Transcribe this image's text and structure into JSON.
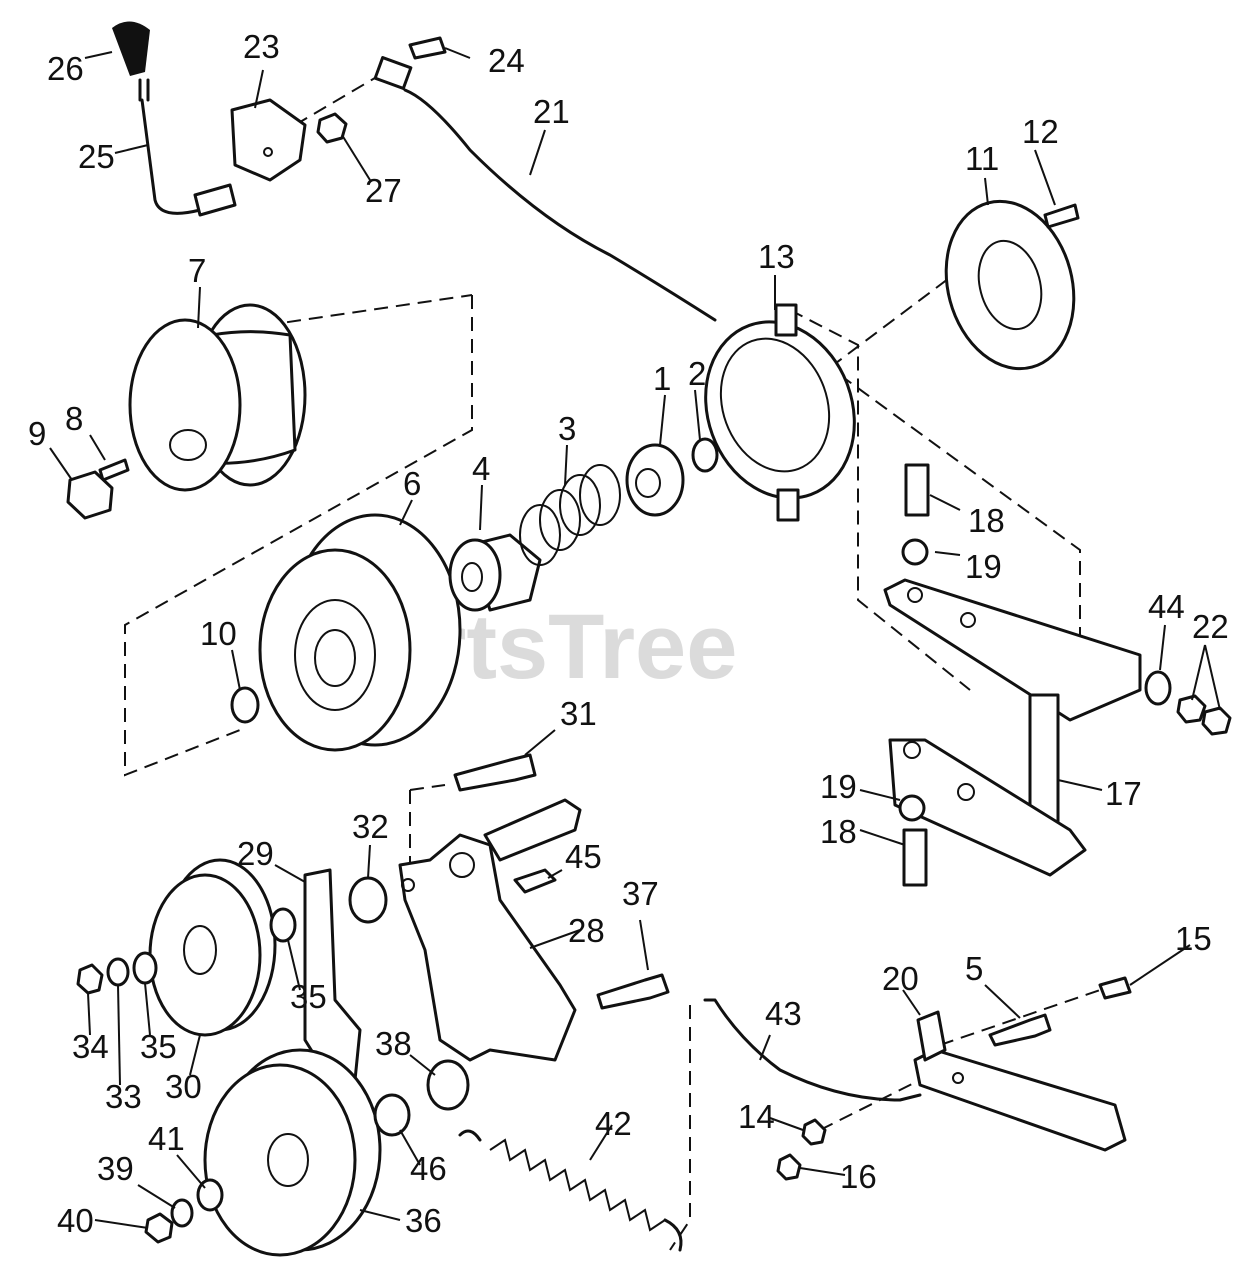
{
  "watermark": "PartsTree",
  "callouts": [
    "1",
    "2",
    "3",
    "4",
    "5",
    "6",
    "7",
    "8",
    "9",
    "10",
    "11",
    "12",
    "13",
    "14",
    "15",
    "16",
    "17",
    "18",
    "19",
    "20",
    "21",
    "22",
    "23",
    "24",
    "25",
    "26",
    "27",
    "28",
    "29",
    "30",
    "31",
    "32",
    "33",
    "34",
    "35",
    "36",
    "37",
    "38",
    "39",
    "40",
    "41",
    "42",
    "43",
    "44",
    "45",
    "46"
  ],
  "colors": {
    "ink": "#111111",
    "watermark": "#cfcfcf",
    "background": "#ffffff"
  }
}
